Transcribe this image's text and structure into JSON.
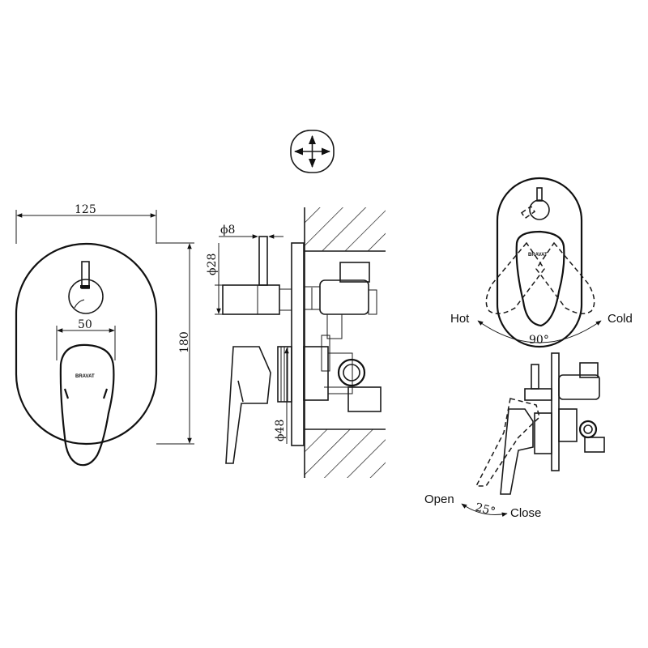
{
  "dimensions": {
    "width_125": "125",
    "height_180": "180",
    "lever_50": "50",
    "dia_8": "ϕ8",
    "dia_28": "ϕ28",
    "dia_48": "ϕ48",
    "angle_90": "90°",
    "angle_25": "25°"
  },
  "labels": {
    "hot": "Hot",
    "cold": "Cold",
    "open": "Open",
    "close": "Close"
  },
  "brand": {
    "front": "BRAVAT",
    "side": "BRAVAT"
  },
  "icons": {
    "direction": "four-way-arrow-icon"
  }
}
